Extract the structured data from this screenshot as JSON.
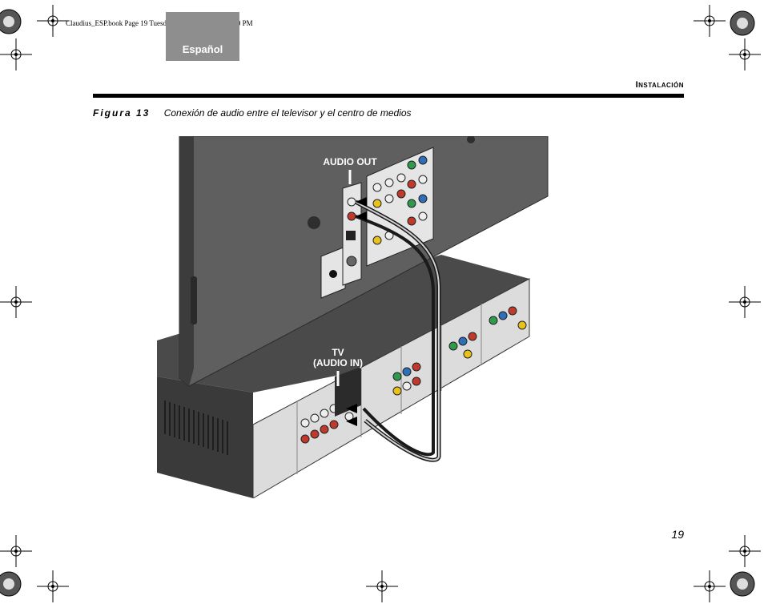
{
  "print_header": "Claudius_ESP.book  Page 19  Tuesday, January 13, 2009  8:50 PM",
  "language_tab": "Español",
  "section_title": "Instalación",
  "figure": {
    "label": "Figura 13",
    "caption": "Conexión de audio entre el televisor y el centro de medios",
    "callout_audio_out": "AUDIO OUT",
    "callout_tv_line1": "TV",
    "callout_tv_line2": "(AUDIO IN)"
  },
  "page_number": "19",
  "colors": {
    "tv_panel": "#5f5f5f",
    "console_body": "#3a3a3a",
    "port_red": "#c0392b",
    "port_yellow": "#e8c21a",
    "port_green": "#2e9a4a",
    "port_blue": "#2f6fb8",
    "language_tab": "#8e8e8e"
  }
}
